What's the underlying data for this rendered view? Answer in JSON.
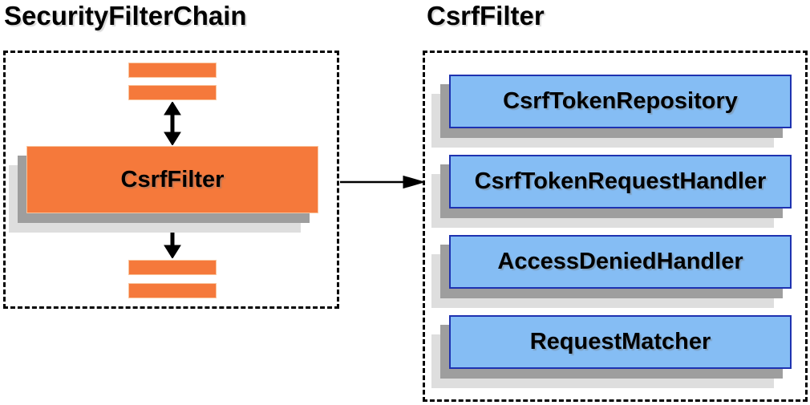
{
  "left_panel": {
    "title": "SecurityFilterChain",
    "filter_node_label": "CsrfFilter",
    "placeholder_bar_count": 4
  },
  "right_panel": {
    "title": "CsrfFilter",
    "components": [
      {
        "label": "CsrfTokenRepository"
      },
      {
        "label": "CsrfTokenRequestHandler"
      },
      {
        "label": "AccessDeniedHandler"
      },
      {
        "label": "RequestMatcher"
      }
    ]
  },
  "icons": {
    "bidirectional_arrow": "↕",
    "flow_arrow": "→"
  },
  "colors": {
    "orange_fill": "#f5793b",
    "orange_edge": "#f9c49c",
    "blue_fill": "#85bdf4",
    "blue_border": "#1e32b0",
    "shadow_dark": "#9e9e9e",
    "shadow_light": "#dedede",
    "line_color": "#000000",
    "text_color": "#000000"
  }
}
